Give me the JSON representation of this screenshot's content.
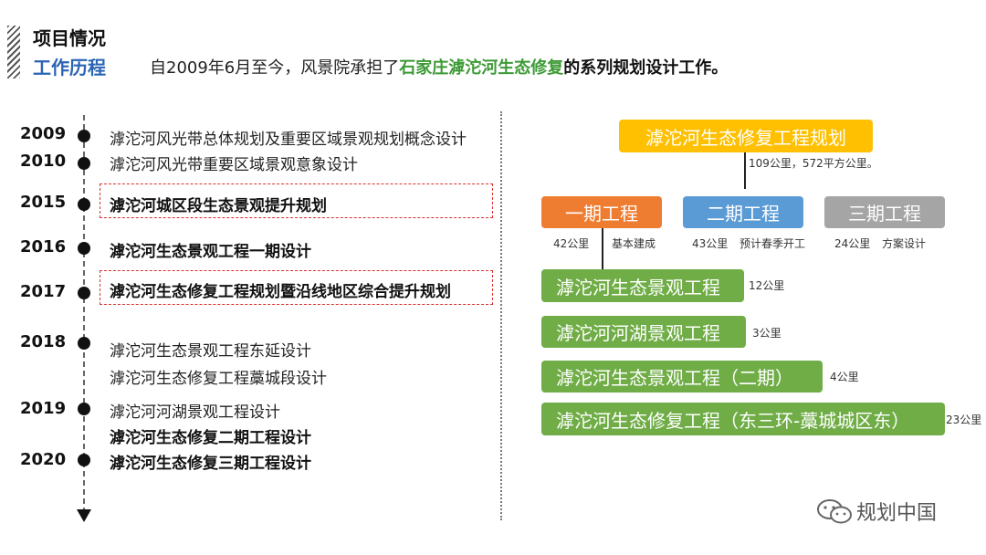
{
  "header": {
    "title": "项目情况",
    "subtitle": "工作历程",
    "desc_prefix": "自2009年6月至今，风景院承担了",
    "desc_highlight": "石家庄滹沱河生态修复",
    "desc_suffix": "的系列规划设计工作。"
  },
  "timeline": {
    "years": [
      "2009",
      "2010",
      "2015",
      "2016",
      "2017",
      "2018",
      "2019",
      "2020"
    ],
    "items": [
      "滹沱河风光带总体规划及重要区域景观规划概念设计",
      "滹沱河风光带重要区域景观意象设计",
      "滹沱河城区段生态景观提升规划",
      "滹沱河生态景观工程一期设计",
      "滹沱河生态修复工程规划暨沿线地区综合提升规划",
      "滹沱河生态景观工程东延设计",
      "滹沱河生态修复工程藁城段设计",
      "滹沱河河湖景观工程设计",
      "滹沱河生态修复二期工程设计",
      "滹沱河生态修复三期工程设计"
    ]
  },
  "diagram": {
    "root": "滹沱河生态修复工程规划",
    "root_note": "109公里，572平方公里。",
    "phases": [
      {
        "label": "一期工程",
        "length": "42公里",
        "status": "基本建成",
        "color": "#ee7d31"
      },
      {
        "label": "二期工程",
        "length": "43公里",
        "status": "预计春季开工",
        "color": "#5b9bd5"
      },
      {
        "label": "三期工程",
        "length": "24公里",
        "status": "方案设计",
        "color": "#a5a5a5"
      }
    ],
    "projects": [
      {
        "label": "滹沱河生态景观工程",
        "length": "12公里"
      },
      {
        "label": "滹沱河河湖景观工程",
        "length": "3公里"
      },
      {
        "label": "滹沱河生态景观工程（二期）",
        "length": "4公里"
      },
      {
        "label": "滹沱河生态修复工程（东三环-藁城城区东）",
        "length": "23公里"
      }
    ],
    "colors": {
      "root": "#fec000",
      "project": "#70ad47"
    }
  },
  "watermark": "规划中国"
}
